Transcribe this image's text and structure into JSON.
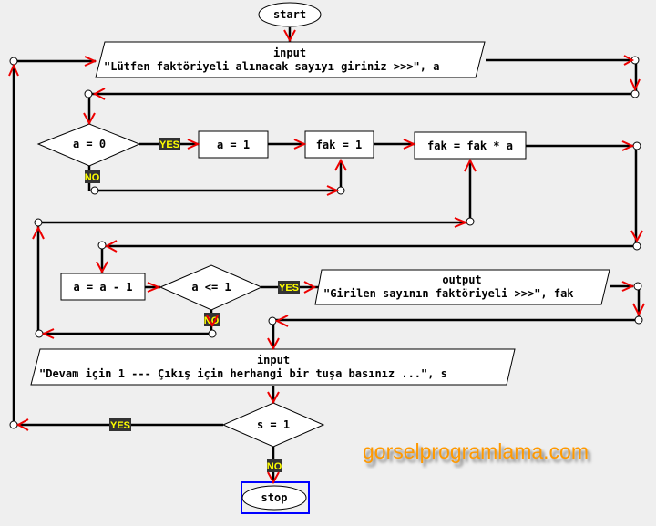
{
  "flowchart": {
    "start": "start",
    "input1": {
      "keyword": "input",
      "text": "\"Lütfen faktöriyeli alınacak sayıyı giriniz >>>\", a"
    },
    "decision_a0": "a = 0",
    "assign_a1": "a = 1",
    "assign_fak1": "fak = 1",
    "assign_fak_mul": "fak = fak * a",
    "assign_a_dec": "a = a - 1",
    "decision_a_le1": "a <= 1",
    "output1": {
      "keyword": "output",
      "text": "\"Girilen sayının faktöriyeli >>>\", fak"
    },
    "input2": {
      "keyword": "input",
      "text": "\"Devam için 1 --- Çıkış için herhangi bir  tuşa basınız  ...\", s"
    },
    "decision_s1": "s = 1",
    "stop": "stop",
    "labels": {
      "yes": "YES",
      "no": "NO"
    }
  },
  "watermark": "gorselprogramlama.com",
  "colors": {
    "arrow": "#ff0000",
    "label_bg": "#333333",
    "label_fg": "#ffff00",
    "selection": "#0000ff",
    "watermark": "#ff9900"
  }
}
